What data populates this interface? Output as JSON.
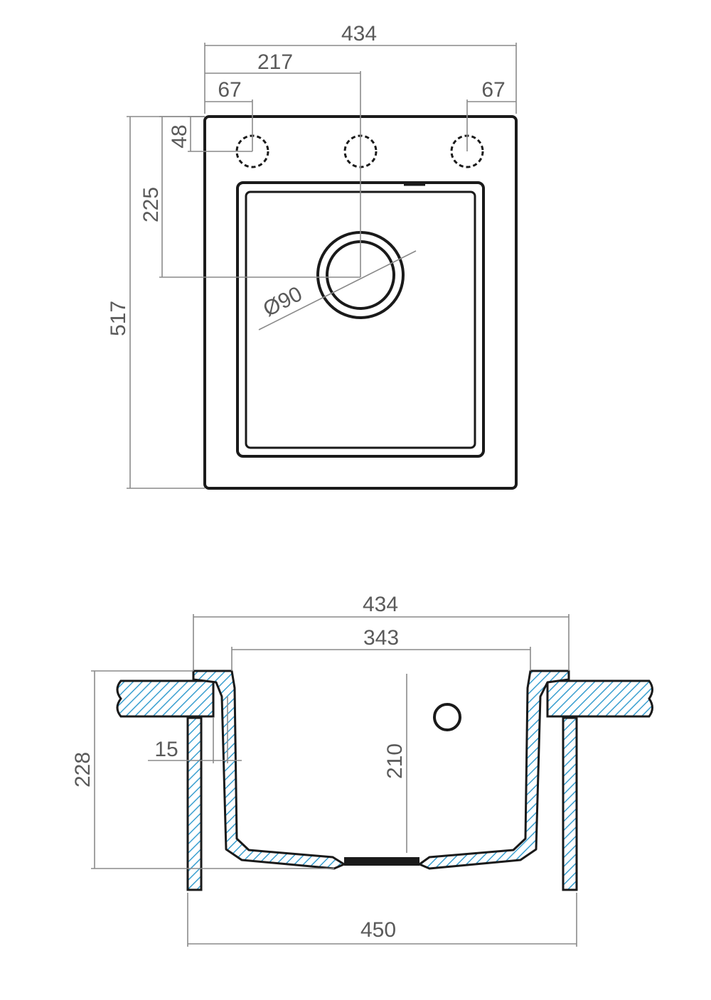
{
  "top_view": {
    "dimensions": {
      "overall_width": "434",
      "center_offset": "217",
      "tap_hole_left_offset": "67",
      "tap_hole_right_offset": "67",
      "tap_hole_from_top": "48",
      "drain_from_top": "225",
      "overall_length": "517",
      "drain_diameter": "Ø90"
    },
    "tap_holes": [
      "left-optional-tap-hole",
      "center-optional-tap-hole",
      "right-optional-tap-hole"
    ]
  },
  "section_view": {
    "dimensions": {
      "overall_width": "434",
      "bowl_width": "343",
      "bowl_depth": "210",
      "overall_height": "228",
      "rim_thickness": "15",
      "cabinet_width": "450"
    }
  },
  "colors": {
    "outline": "#1a1a1a",
    "dimension": "#8a8a8a",
    "dimension_text": "#5a5a5a",
    "hatch": "#3a9fd0"
  },
  "icons": {
    "tap_hole": "dashed-circle-icon",
    "drain": "drain-circle-icon",
    "overflow": "overflow-hole-icon"
  }
}
